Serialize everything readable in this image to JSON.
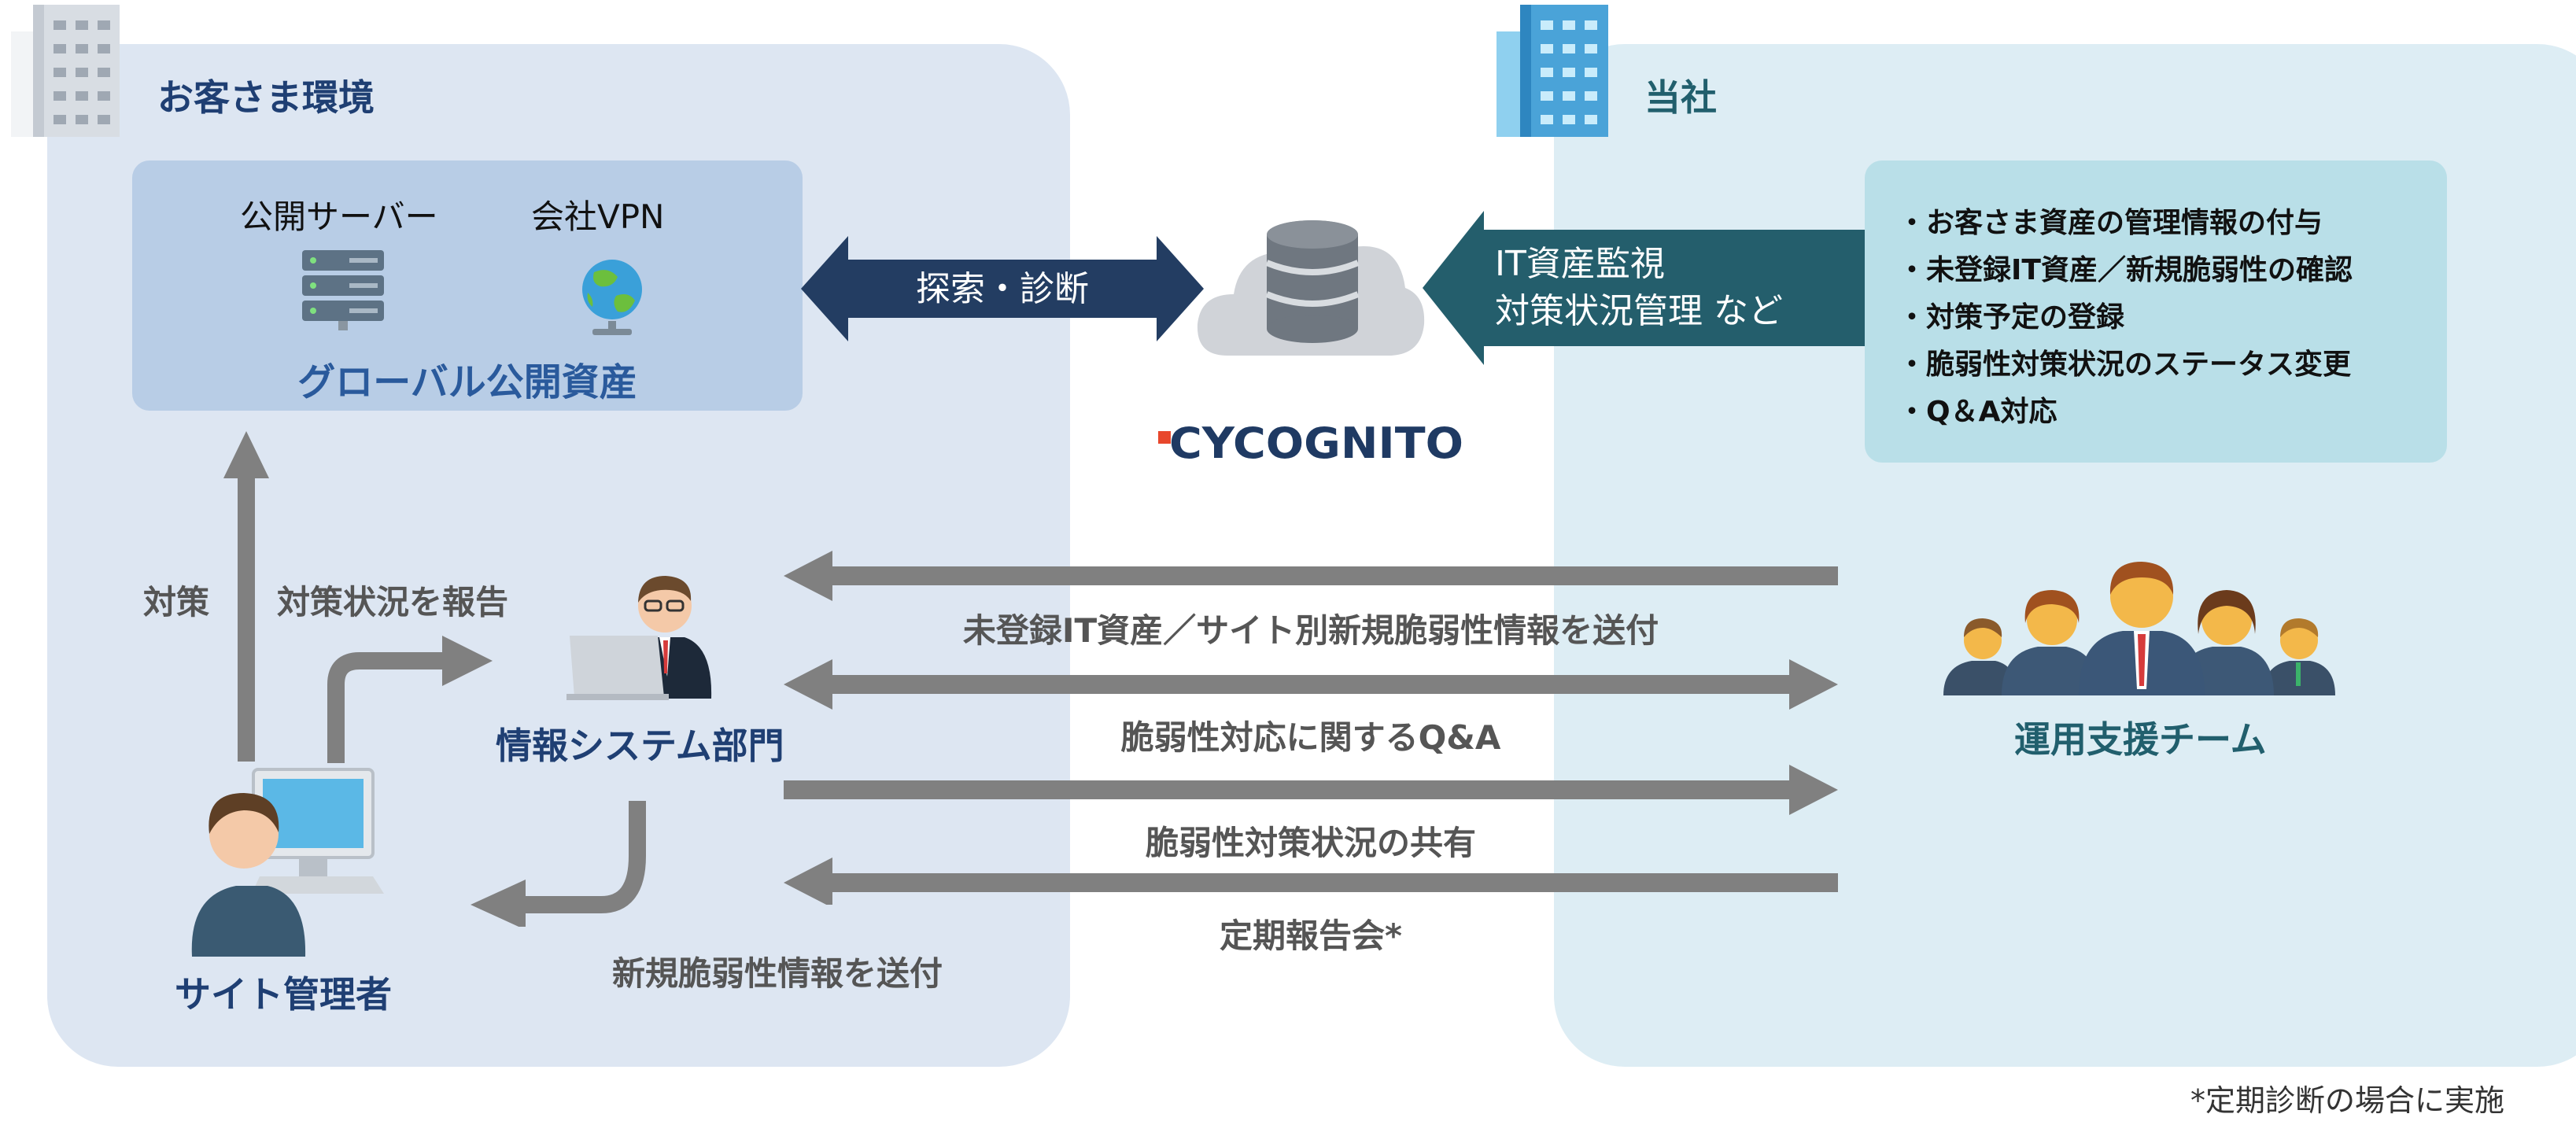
{
  "customer_env": {
    "title": "お客さま環境"
  },
  "company": {
    "title": "当社"
  },
  "assets": {
    "public_server": "公開サーバー",
    "company_vpn": "会社VPN",
    "title": "グローバル公開資産"
  },
  "explore_arrow": "探索・診断",
  "monitor_arrow": {
    "line1": "IT資産監視",
    "line2": "対策状況管理 など"
  },
  "brand": {
    "logo_text": "CYCOGNITO"
  },
  "tasks": [
    "・お客さま資産の管理情報の付与",
    "・未登録IT資産／新規脆弱性の確認",
    "・対策予定の登録",
    "・脆弱性対策状況のステータス変更",
    "・Q＆A対応"
  ],
  "flows": {
    "send_info": "未登録IT資産／サイト別新規脆弱性情報を送付",
    "qa": "脆弱性対応に関するQ&A",
    "share": "脆弱性対策状況の共有",
    "meeting": "定期報告会*"
  },
  "roles": {
    "it_dept": "情報システム部門",
    "site_admin": "サイト管理者",
    "ops_team": "運用支援チーム"
  },
  "labels": {
    "measure": "対策",
    "report": "対策状況を報告",
    "send_new": "新規脆弱性情報を送付"
  },
  "footnote": "*定期診断の場合に実施",
  "colors": {
    "navy": "#1f3f73",
    "teal": "#215f6d",
    "arrow_gray": "#808080",
    "arrow_navy": "#233d62",
    "arrow_teal": "#245e6c",
    "accent_red": "#e8472c"
  }
}
